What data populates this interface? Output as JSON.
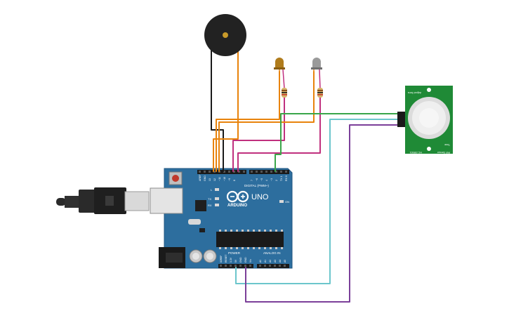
{
  "board": {
    "name": "UNO",
    "brand": "ARDUINO",
    "digital_header": "DIGITAL (PWM~)",
    "power_header": "POWER",
    "analog_header": "ANALOG IN",
    "led_l": "L",
    "led_tx": "TX",
    "led_rx": "RX",
    "led_on": "ON",
    "pin_aref": "AREF",
    "pin_gnd": "GND",
    "pin_13": "13",
    "pin_12": "12",
    "pin_11": "~11",
    "pin_10": "~10",
    "pin_9": "~9",
    "pin_8": "8",
    "pin_7": "7",
    "pin_6": "~6",
    "pin_5": "~5",
    "pin_4": "4",
    "pin_3": "~3",
    "pin_2": "2",
    "pin_1": "TX 1",
    "pin_0": "RX 0",
    "pin_ioref": "IOREF",
    "pin_reset": "RESET",
    "pin_3v3": "3.3V",
    "pin_5v": "5V",
    "pin_gnd_a": "GND",
    "pin_gnd_b": "GND",
    "pin_vin": "Vin",
    "pin_a0": "A0",
    "pin_a1": "A1",
    "pin_a2": "A2",
    "pin_a3": "A3",
    "pin_a4": "A4",
    "pin_a5": "A5"
  },
  "pir_sensor": {
    "label_top": "Adjust Sens",
    "label_side": "PIR Sensor",
    "label_bottom": "Time",
    "label_model": "HC-SR501"
  },
  "colors": {
    "board": "#2d6e9e",
    "wire_orange": "#e8830c",
    "wire_black": "#1a1a1a",
    "wire_green": "#3aa64a",
    "wire_magenta": "#c0307e",
    "wire_cyan": "#6cc6cc",
    "wire_purple": "#7b3f99",
    "pir_pcb": "#1f8a36"
  }
}
